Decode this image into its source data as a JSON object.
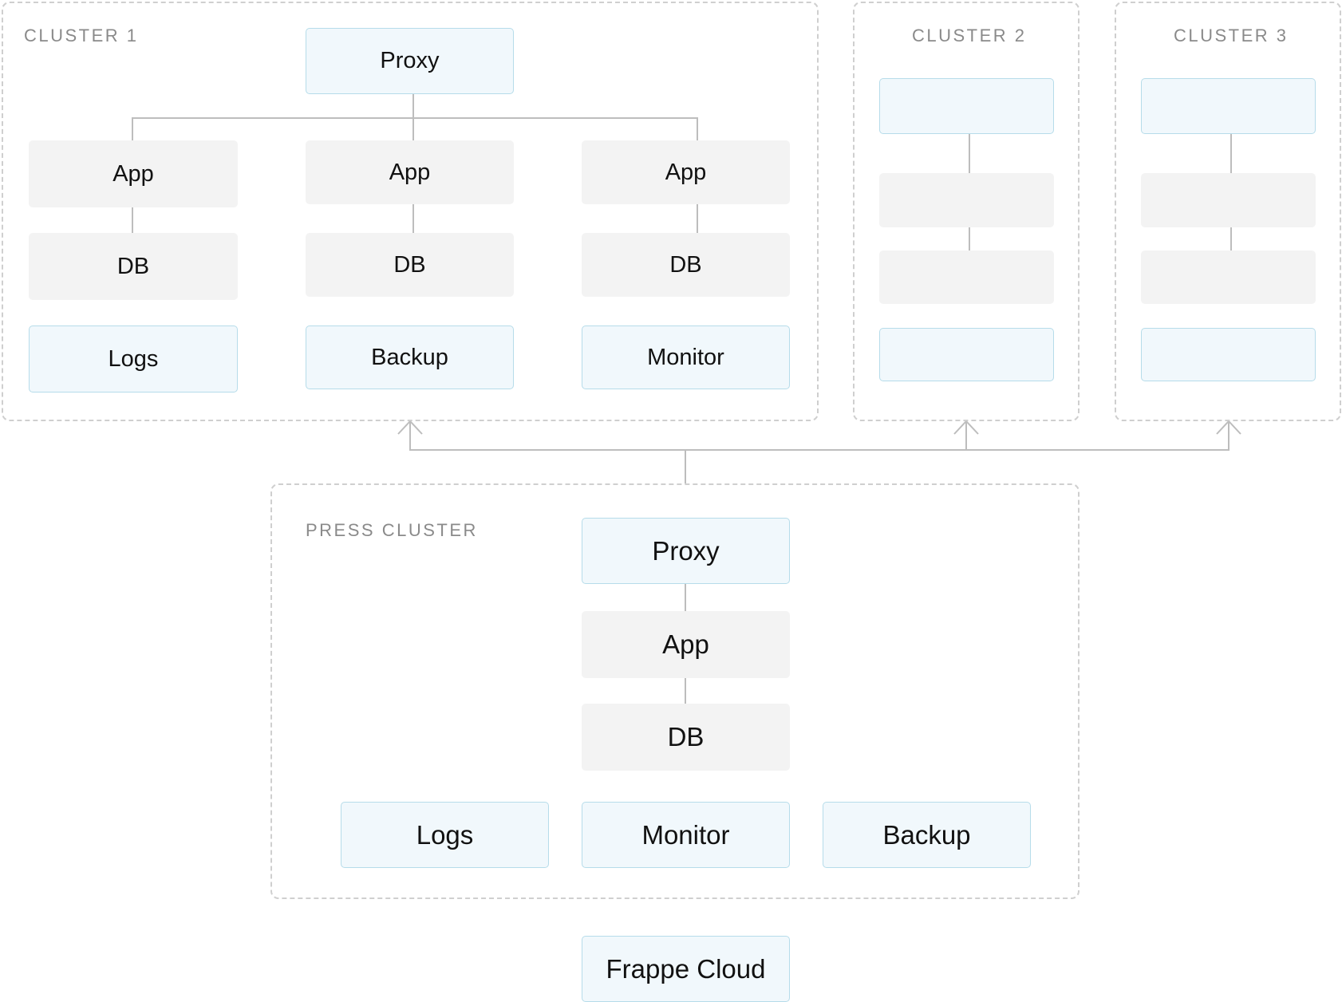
{
  "colors": {
    "blue_fill": "#f1f8fc",
    "blue_border": "#b6dcea",
    "gray_fill": "#f3f3f3",
    "connector": "#bdbdbd",
    "cluster_border": "#cfcfcf",
    "label_text": "#8a8a8a"
  },
  "cluster1": {
    "label": "CLUSTER 1",
    "proxy": "Proxy",
    "col1": {
      "app": "App",
      "db": "DB",
      "service": "Logs"
    },
    "col2": {
      "app": "App",
      "db": "DB",
      "service": "Backup"
    },
    "col3": {
      "app": "App",
      "db": "DB",
      "service": "Monitor"
    }
  },
  "cluster2": {
    "label": "CLUSTER 2"
  },
  "cluster3": {
    "label": "CLUSTER 3"
  },
  "press_cluster": {
    "label": "PRESS CLUSTER",
    "proxy": "Proxy",
    "app": "App",
    "db": "DB",
    "logs": "Logs",
    "monitor": "Monitor",
    "backup": "Backup"
  },
  "root": {
    "label": "Frappe Cloud"
  }
}
